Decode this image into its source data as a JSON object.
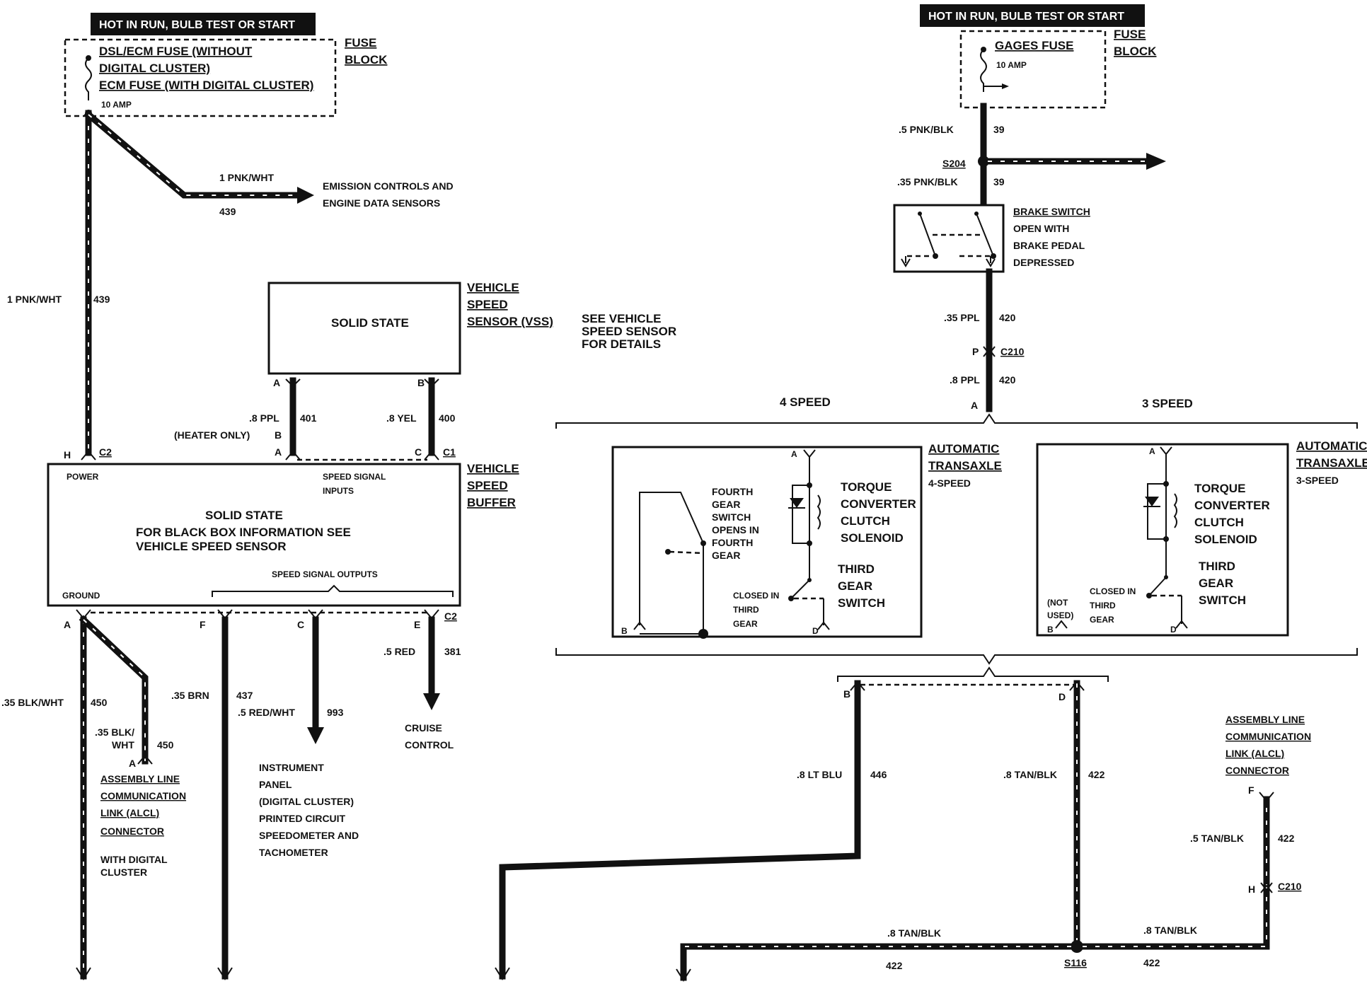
{
  "left": {
    "hot_label": "HOT IN RUN, BULB TEST OR START",
    "fuse_name_line1": "DSL/ECM FUSE (WITHOUT",
    "fuse_name_line2": "DIGITAL CLUSTER)",
    "fuse_name_line3": "ECM FUSE (WITH DIGITAL CLUSTER)",
    "fuse_rating": "10 AMP",
    "fuse_block_line1": "FUSE",
    "fuse_block_line2": "BLOCK",
    "branch_wire": "1 PNK/WHT",
    "branch_circuit": "439",
    "branch_dest_line1": "EMISSION CONTROLS AND",
    "branch_dest_line2": "ENGINE DATA SENSORS",
    "main_wire": "1 PNK/WHT",
    "main_circuit": "439",
    "vss_box_text": "SOLID STATE",
    "vss_title_line1": "VEHICLE",
    "vss_title_line2": "SPEED",
    "vss_title_line3": "SENSOR (VSS)",
    "vss_pin_a": "A",
    "vss_pin_b": "B",
    "wire_401_color": ".8 PPL",
    "wire_401_num": "401",
    "heater_only": "(HEATER ONLY)",
    "heater_pin_b": "B",
    "wire_400_color": ".8 YEL",
    "wire_400_num": "400",
    "pin_h": "H",
    "conn_c2_top": "C2",
    "pin_a_top": "A",
    "pin_c_top": "C",
    "conn_c1": "C1",
    "buffer_power": "POWER",
    "buffer_inputs_line1": "SPEED SIGNAL",
    "buffer_inputs_line2": "INPUTS",
    "buffer_title_line1": "VEHICLE",
    "buffer_title_line2": "SPEED",
    "buffer_title_line3": "BUFFER",
    "buffer_text_line1": "SOLID STATE",
    "buffer_text_line2": "FOR BLACK BOX INFORMATION SEE",
    "buffer_text_line3": "VEHICLE SPEED SENSOR",
    "buffer_outputs": "SPEED SIGNAL OUTPUTS",
    "buffer_ground": "GROUND",
    "pin_a_bottom": "A",
    "pin_f_bottom": "F",
    "pin_c_bottom": "C",
    "pin_e_bottom": "E",
    "conn_c2_bottom": "C2",
    "wire_450_color": ".35 BLK/WHT",
    "wire_450_num": "450",
    "wire_450b_color_line1": ".35 BLK/",
    "wire_450b_color_line2": "WHT",
    "wire_450b_num": "450",
    "alcl_pin_a": "A",
    "alcl_line1": "ASSEMBLY LINE",
    "alcl_line2": "COMMUNICATION",
    "alcl_line3": "LINK (ALCL)",
    "alcl_line4": "CONNECTOR",
    "alcl_note_line1": "WITH DIGITAL",
    "alcl_note_line2": "CLUSTER",
    "wire_437_color": ".35 BRN",
    "wire_437_num": "437",
    "wire_993_color": ".5 RED/WHT",
    "wire_993_num": "993",
    "ip_line1": "INSTRUMENT",
    "ip_line2": "PANEL",
    "ip_line3": "(DIGITAL CLUSTER)",
    "ip_line4": "PRINTED CIRCUIT",
    "ip_line5": "SPEEDOMETER AND",
    "ip_line6": "TACHOMETER",
    "wire_381_color": ".5 RED",
    "wire_381_num": "381",
    "cruise_line1": "CRUISE",
    "cruise_line2": "CONTROL"
  },
  "right": {
    "hot_label": "HOT IN RUN, BULB TEST OR START",
    "fuse_name": "GAGES FUSE",
    "fuse_rating": "10 AMP",
    "fuse_block_line1": "FUSE",
    "fuse_block_line2": "BLOCK",
    "wire_39a_color": ".5 PNK/BLK",
    "wire_39a_num": "39",
    "splice_s204": "S204",
    "wire_39b_color": ".35 PNK/BLK",
    "wire_39b_num": "39",
    "brake_line1": "BRAKE SWITCH",
    "brake_line2": "OPEN WITH",
    "brake_line3": "BRAKE PEDAL",
    "brake_line4": "DEPRESSED",
    "see_vss_line1": "SEE VEHICLE",
    "see_vss_line2": "SPEED SENSOR",
    "see_vss_line3": "FOR DETAILS",
    "wire_420a_color": ".35 PPL",
    "wire_420a_num": "420",
    "pin_p": "P",
    "conn_c210": "C210",
    "wire_420b_color": ".8 PPL",
    "wire_420b_num": "420",
    "pin_a": "A",
    "speed4": "4 SPEED",
    "speed3": "3 SPEED",
    "t4_pin_a": "A",
    "t4_fourth_line1": "FOURTH",
    "t4_fourth_line2": "GEAR",
    "t4_fourth_line3": "SWITCH",
    "t4_fourth_line4": "OPENS IN",
    "t4_fourth_line5": "FOURTH",
    "t4_fourth_line6": "GEAR",
    "t4_tcc_line1": "TORQUE",
    "t4_tcc_line2": "CONVERTER",
    "t4_tcc_line3": "CLUTCH",
    "t4_tcc_line4": "SOLENOID",
    "t4_third_line1": "THIRD",
    "t4_third_line2": "GEAR",
    "t4_third_line3": "SWITCH",
    "t4_closed_line1": "CLOSED IN",
    "t4_closed_line2": "THIRD",
    "t4_closed_line3": "GEAR",
    "t4_pin_b": "B",
    "t4_pin_d": "D",
    "t4_title_line1": "AUTOMATIC",
    "t4_title_line2": "TRANSAXLE",
    "t4_title_line3": "4-SPEED",
    "t3_pin_a": "A",
    "t3_tcc_line1": "TORQUE",
    "t3_tcc_line2": "CONVERTER",
    "t3_tcc_line3": "CLUTCH",
    "t3_tcc_line4": "SOLENOID",
    "t3_third_line1": "THIRD",
    "t3_third_line2": "GEAR",
    "t3_third_line3": "SWITCH",
    "t3_closed_line1": "CLOSED IN",
    "t3_closed_line2": "THIRD",
    "t3_closed_line3": "GEAR",
    "t3_notused_line1": "(NOT",
    "t3_notused_line2": "USED)",
    "t3_pin_b": "B",
    "t3_pin_d": "D",
    "t3_title_line1": "AUTOMATIC",
    "t3_title_line2": "TRANSAXLE",
    "t3_title_line3": "3-SPEED",
    "pin_b_bottom": "B",
    "pin_d_bottom": "D",
    "wire_446_color": ".8 LT BLU",
    "wire_446_num": "446",
    "wire_422a_color": ".8 TAN/BLK",
    "wire_422a_num": "422",
    "alcl_line1": "ASSEMBLY LINE",
    "alcl_line2": "COMMUNICATION",
    "alcl_line3": "LINK (ALCL)",
    "alcl_line4": "CONNECTOR",
    "alcl_pin_f": "F",
    "wire_422b_color": ".5 TAN/BLK",
    "wire_422b_num": "422",
    "pin_h": "H",
    "conn_c210_b": "C210",
    "wire_422c_color": ".8 TAN/BLK",
    "wire_422c_num": "422",
    "wire_422d_color": ".8 TAN/BLK",
    "wire_422d_num": "422",
    "splice_s116": "S116"
  }
}
